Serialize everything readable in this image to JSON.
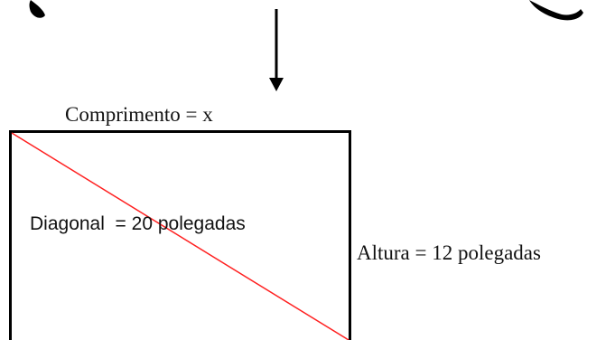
{
  "labels": {
    "comprimento": "Comprimento = x",
    "diagonal": "Diagonal  = 20 polegadas",
    "altura": "Altura = 12 polegadas"
  },
  "colors": {
    "rectangle_stroke": "#000000",
    "diagonal_line": "#ff2020",
    "arrow": "#000000",
    "decorative_shapes": "#000000"
  },
  "icons": {
    "arrow": "arrow-down-icon",
    "left_shape": "curved-swoosh-left",
    "right_shape": "curved-swoosh-right"
  }
}
